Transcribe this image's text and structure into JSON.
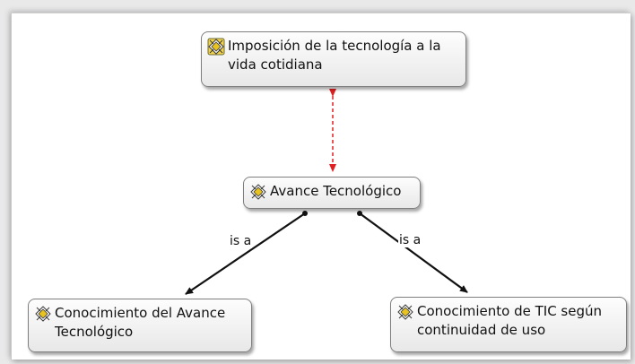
{
  "nodes": {
    "top": {
      "text": "Imposición de la tecnología a la\nvida cotidiana",
      "icon": "concept-icon"
    },
    "center": {
      "text": "Avance Tecnológico",
      "icon": "concept-icon"
    },
    "left": {
      "text": "Conocimiento del Avance\nTecnológico",
      "icon": "concept-icon"
    },
    "right": {
      "text": "Conocimiento de TIC según\ncontinuidad de uso",
      "icon": "concept-icon"
    }
  },
  "links": {
    "left_label": "is a",
    "right_label": "is a",
    "association_color": "#e02020",
    "link_color": "#111111"
  }
}
